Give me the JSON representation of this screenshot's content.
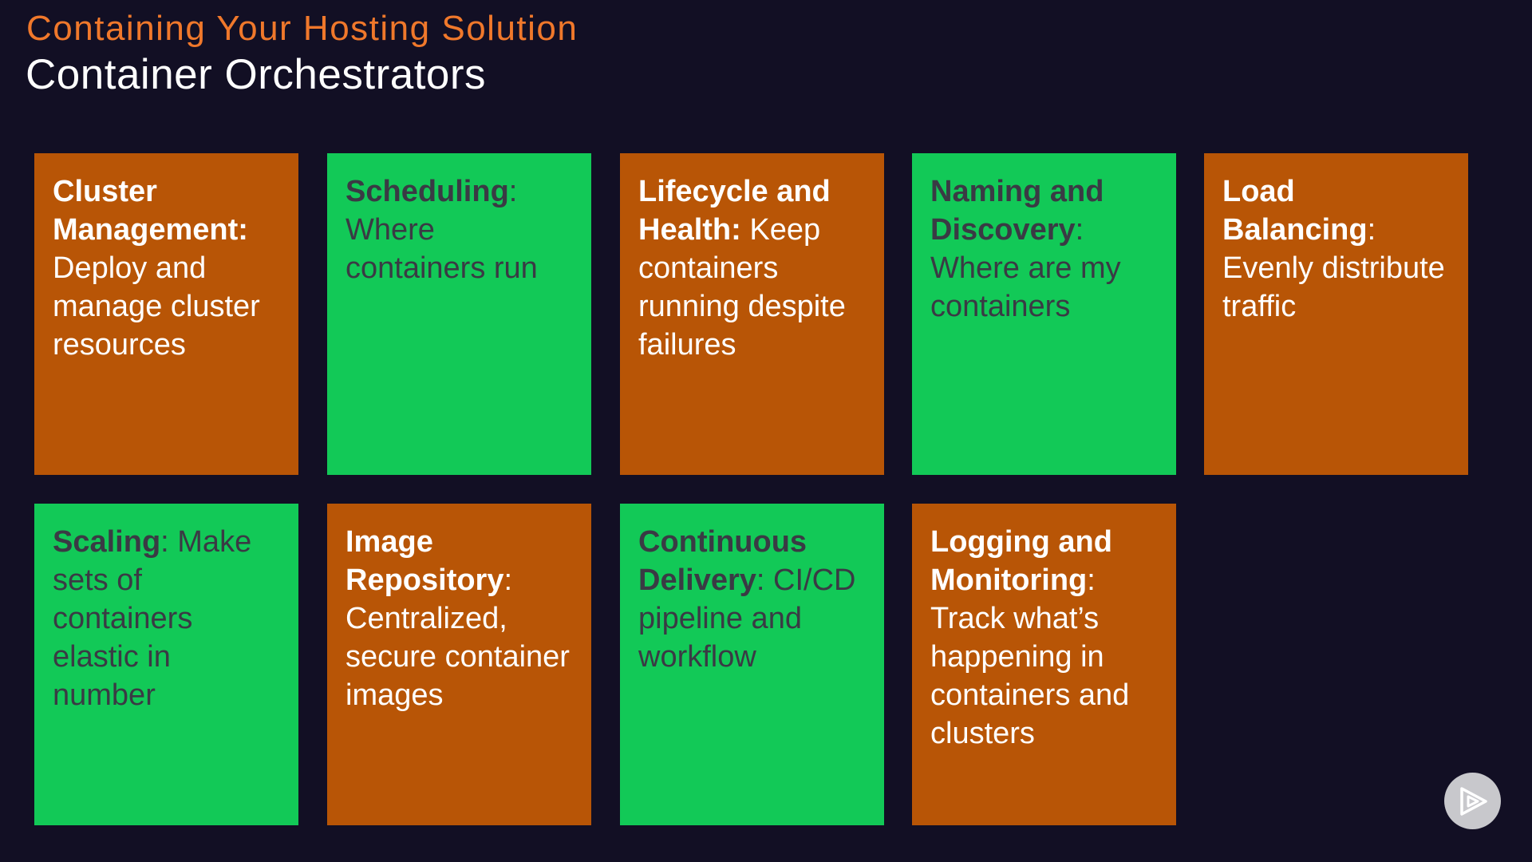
{
  "slide": {
    "kicker": "Containing Your Hosting Solution",
    "title": "Container Orchestrators"
  },
  "colors": {
    "background": "#120f24",
    "kicker": "#f0782b",
    "orange_card": "#b85506",
    "green_card": "#12c957",
    "green_card_text": "#3a3a44"
  },
  "cards": [
    {
      "term": "Cluster Management:",
      "sep": "",
      "desc": "Deploy and manage cluster resources",
      "color": "orange"
    },
    {
      "term": "Scheduling",
      "sep": ":",
      "desc": "Where containers run",
      "color": "green"
    },
    {
      "term": "Lifecycle and Health:",
      "sep": "",
      "desc": "Keep containers running despite failures",
      "color": "orange"
    },
    {
      "term": "Naming and Discovery",
      "sep": ":",
      "desc": "Where are my containers",
      "color": "green"
    },
    {
      "term": "Load Balancing",
      "sep": ":",
      "desc": "Evenly distribute traffic",
      "color": "orange"
    },
    {
      "term": "Scaling",
      "sep": ":",
      "desc": "Make sets of containers elastic in number",
      "color": "green"
    },
    {
      "term": "Image Repository",
      "sep": ":",
      "desc": "Centralized, secure container images",
      "color": "orange"
    },
    {
      "term": "Continuous Delivery",
      "sep": ":",
      "desc": "CI/CD pipeline and workflow",
      "color": "green"
    },
    {
      "term": "Logging and Monitoring",
      "sep": ":",
      "desc": "Track what’s happening in containers and clusters",
      "color": "orange"
    }
  ],
  "player": {
    "icon": "play-logo-icon"
  }
}
